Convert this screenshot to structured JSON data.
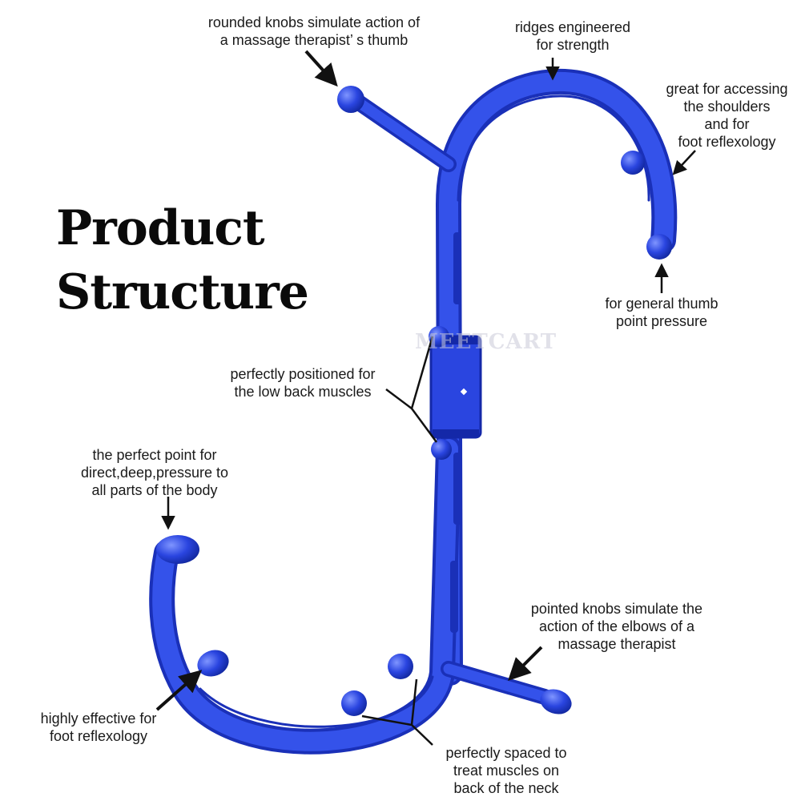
{
  "title": {
    "line1": "Product",
    "line2": "Structure"
  },
  "watermark": "MEETCART",
  "callouts": {
    "rounded_knobs": {
      "lines": [
        "rounded knobs simulate action of",
        "a massage therapist’ s thumb"
      ]
    },
    "ridges": {
      "lines": [
        "ridges engineered",
        "for strength"
      ]
    },
    "shoulders": {
      "lines": [
        "great for accessing",
        "the shoulders",
        "and for",
        "foot reflexology"
      ]
    },
    "thumb_pressure": {
      "lines": [
        "for general thumb",
        "point pressure"
      ]
    },
    "low_back": {
      "lines": [
        "perfectly positioned for",
        "the low back muscles"
      ]
    },
    "deep_pressure": {
      "lines": [
        "the perfect point for",
        "direct,deep,pressure to",
        "all parts of the body"
      ]
    },
    "pointed_knobs": {
      "lines": [
        "pointed knobs simulate the",
        "action of the elbows of a",
        "massage therapist"
      ]
    },
    "foot_reflexology": {
      "lines": [
        "highly effective for",
        "foot reflexology"
      ]
    },
    "neck_spacing": {
      "lines": [
        "perfectly spaced to",
        "treat muscles on",
        "back of the neck"
      ]
    }
  },
  "colors": {
    "product_blue": "#2a45e0",
    "product_dark": "#1428a8",
    "product_light": "#5f78f2",
    "text": "#1a1a1a",
    "title": "#0a0a0a"
  }
}
